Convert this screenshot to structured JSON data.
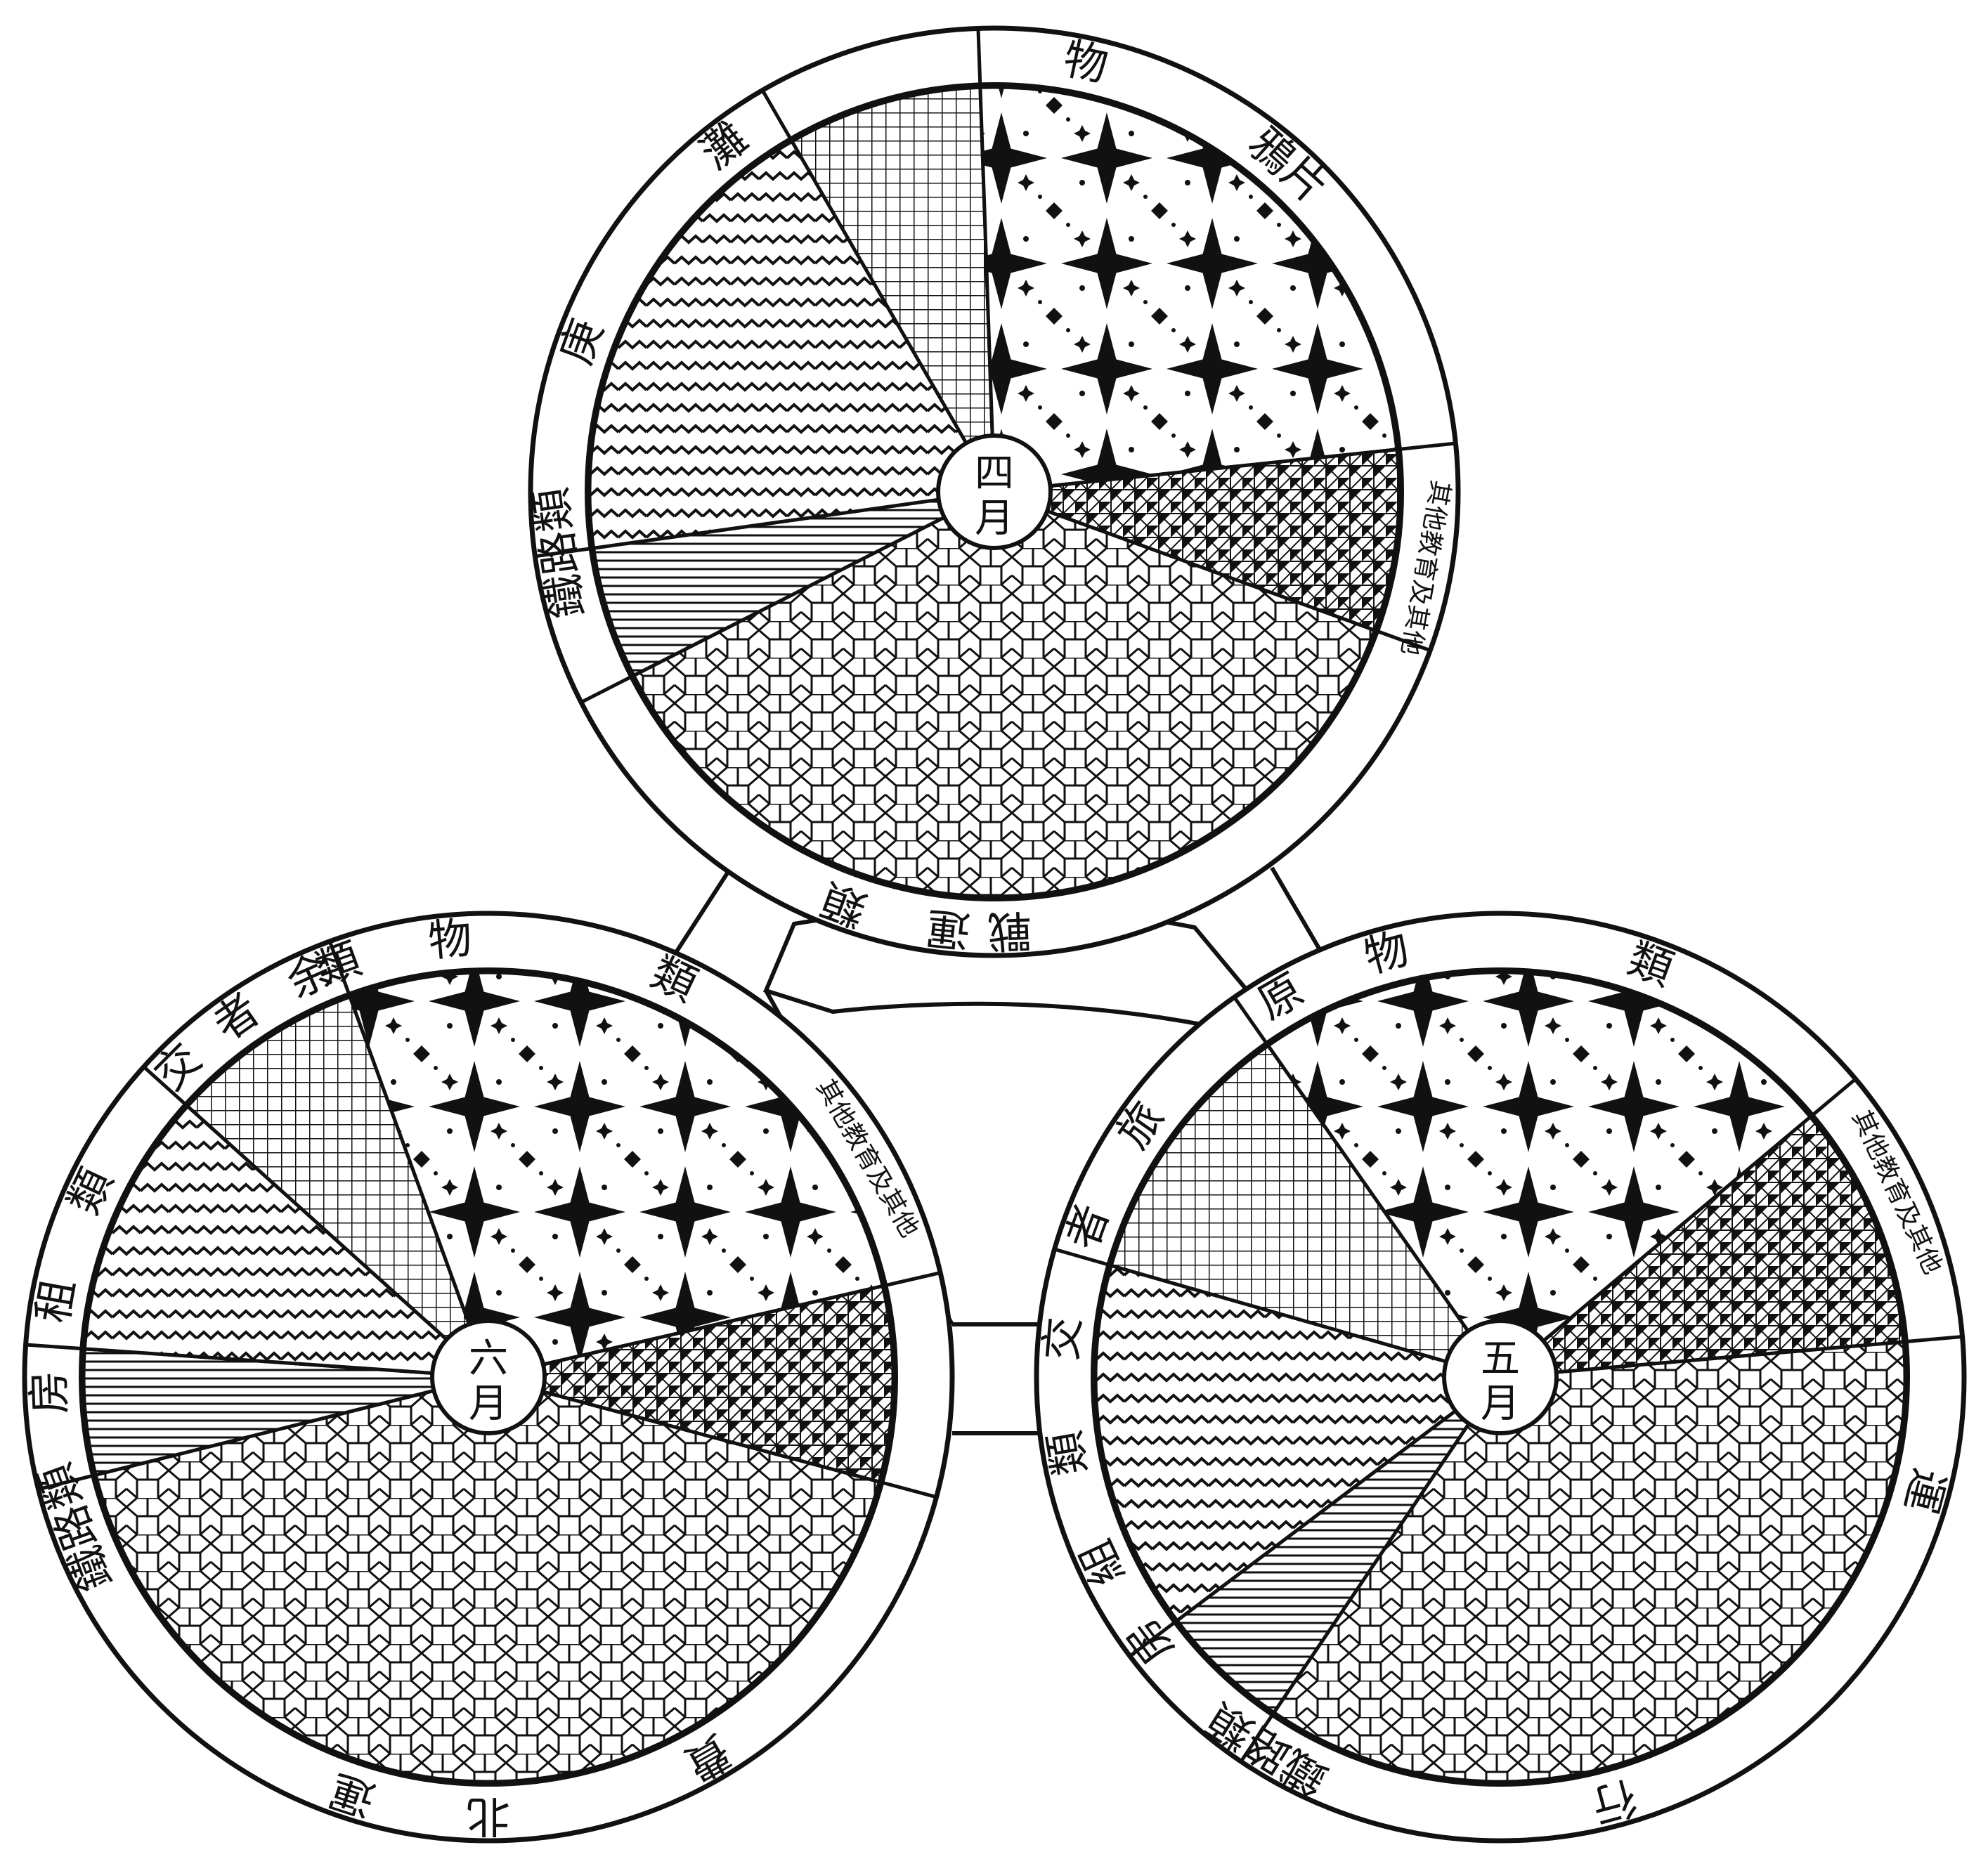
{
  "colors": {
    "ink": "#111111",
    "paper": "#ffffff"
  },
  "charts": [
    {
      "id": "april",
      "center_label": "四月",
      "rim_labels": [
        "類",
        "運",
        "戰",
        "鐵路類",
        "庚",
        "灘",
        "物",
        "鴉片",
        "其他教育及其他"
      ],
      "wedges": [
        {
          "pattern": "hexagon-cubes",
          "from": 20,
          "to": 153
        },
        {
          "pattern": "horizontal-lines",
          "from": 153,
          "to": 172
        },
        {
          "pattern": "wavy-lines",
          "from": 172,
          "to": 240
        },
        {
          "pattern": "crosshatch",
          "from": 240,
          "to": 268
        },
        {
          "pattern": "star-diamond",
          "from": 268,
          "to": 354
        },
        {
          "pattern": "triangle-check",
          "from": 354,
          "to": 380
        }
      ]
    },
    {
      "id": "may",
      "center_label": "五月",
      "rim_labels": [
        "物",
        "類",
        "其他教育及其他",
        "運",
        "行",
        "鐵路類",
        "房",
        "組",
        "類",
        "交",
        "者",
        "旅",
        "原"
      ],
      "wedges": [
        {
          "pattern": "hexagon-cubes",
          "from": -5,
          "to": 124
        },
        {
          "pattern": "horizontal-lines",
          "from": 124,
          "to": 143
        },
        {
          "pattern": "wavy-lines",
          "from": 143,
          "to": 196
        },
        {
          "pattern": "crosshatch",
          "from": 196,
          "to": 235
        },
        {
          "pattern": "star-diamond",
          "from": 235,
          "to": 320
        },
        {
          "pattern": "triangle-check",
          "from": 320,
          "to": 355
        }
      ]
    },
    {
      "id": "june",
      "center_label": "六月",
      "rim_labels": [
        "余",
        "物",
        "類",
        "其他教育及其他",
        "費",
        "北",
        "運",
        "鐵路類",
        "房",
        "租",
        "類",
        "交",
        "者",
        "類"
      ],
      "wedges": [
        {
          "pattern": "hexagon-cubes",
          "from": 15,
          "to": 166
        },
        {
          "pattern": "horizontal-lines",
          "from": 166,
          "to": 184
        },
        {
          "pattern": "wavy-lines",
          "from": 184,
          "to": 222
        },
        {
          "pattern": "crosshatch",
          "from": 222,
          "to": 250
        },
        {
          "pattern": "star-diamond",
          "from": 250,
          "to": 347
        },
        {
          "pattern": "triangle-check",
          "from": 347,
          "to": 375
        }
      ]
    }
  ]
}
